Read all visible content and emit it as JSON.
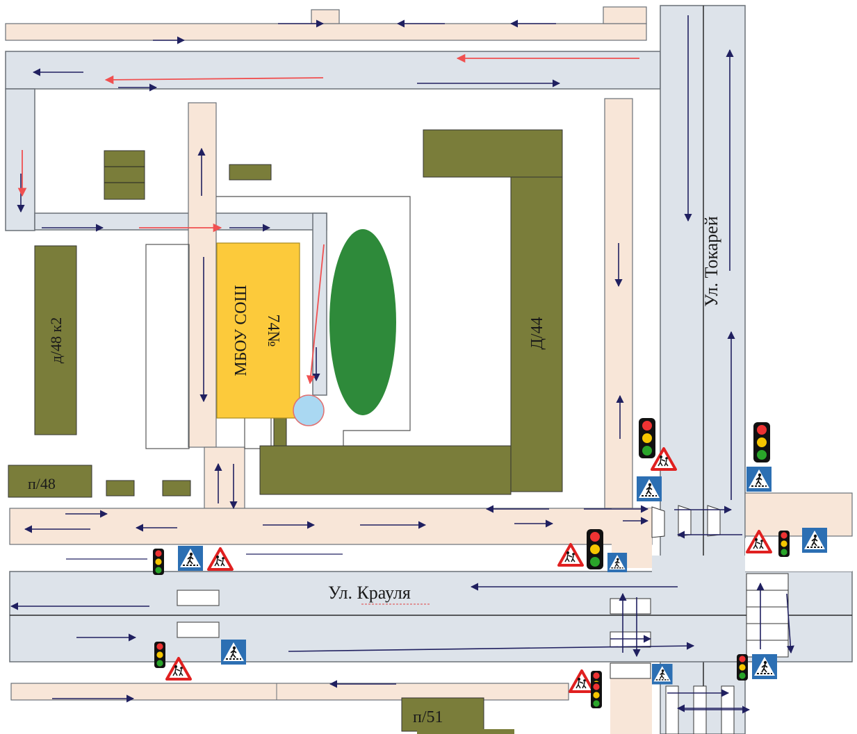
{
  "streets": {
    "kraulya": "Ул. Крауля",
    "tokarey": "Ул. Токарей"
  },
  "buildings": {
    "school_line1": "МБОУ СОШ",
    "school_line2": "74№",
    "d44": "Д/44",
    "d48k2": "д/48 к2",
    "p48": "п/48",
    "p51": "п/51"
  },
  "colors": {
    "sidewalk": "#f8e6d8",
    "road": "#dde3ea",
    "building": "#7a7d3a",
    "school": "#fcca3b",
    "green_area": "#2e8a3a",
    "school_gate": "#aad8f2",
    "arrow_vehicle": "#202060",
    "arrow_pedestrian": "#f05050"
  },
  "icons": {
    "traffic_light": "traffic-light-icon",
    "crosswalk_sign": "pedestrian-crossing-sign-icon",
    "children_sign": "children-warning-sign-icon",
    "school_entrance": "school-entrance-icon",
    "direction_arrow": "direction-arrow-icon"
  }
}
